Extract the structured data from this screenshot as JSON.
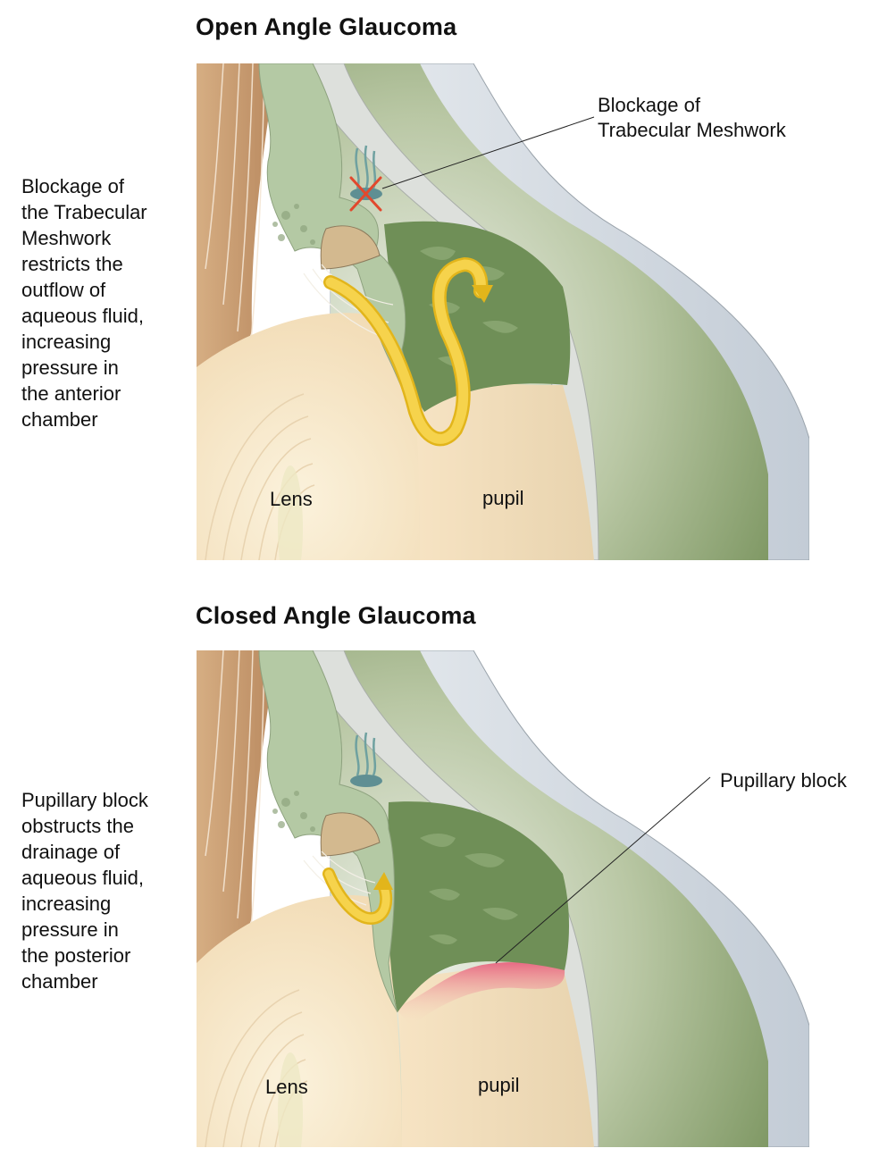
{
  "top": {
    "title": "Open Angle Glaucoma",
    "description_lines": [
      "Blockage of",
      "the Trabecular",
      "Meshwork",
      "restricts the",
      "outflow of",
      "aqueous fluid,",
      "increasing",
      "pressure in",
      "the anterior",
      "chamber"
    ],
    "callout_lines": [
      "Blockage of",
      "Trabecular Meshwork"
    ],
    "lens_label": "Lens",
    "pupil_label": "pupil"
  },
  "bottom": {
    "title": "Closed Angle Glaucoma",
    "description_lines": [
      "Pupillary block",
      "obstructs the",
      "drainage of",
      "aqueous fluid,",
      "increasing",
      "pressure in",
      "the posterior",
      "chamber"
    ],
    "callout_lines": [
      "Pupillary block"
    ],
    "lens_label": "Lens",
    "pupil_label": "pupil"
  },
  "colors": {
    "sclera": "#c2936a",
    "iris_tissue": "#b4c9a4",
    "iris_dark": "#6f8f57",
    "cornea": "#dfe2e0",
    "corneal_shell": "#cbd3da",
    "lens": "#f7e6c6",
    "aqueous_arrow": "#f3c932",
    "blockage_x": "#e2482d",
    "pupillary_block": "#e86a83"
  }
}
